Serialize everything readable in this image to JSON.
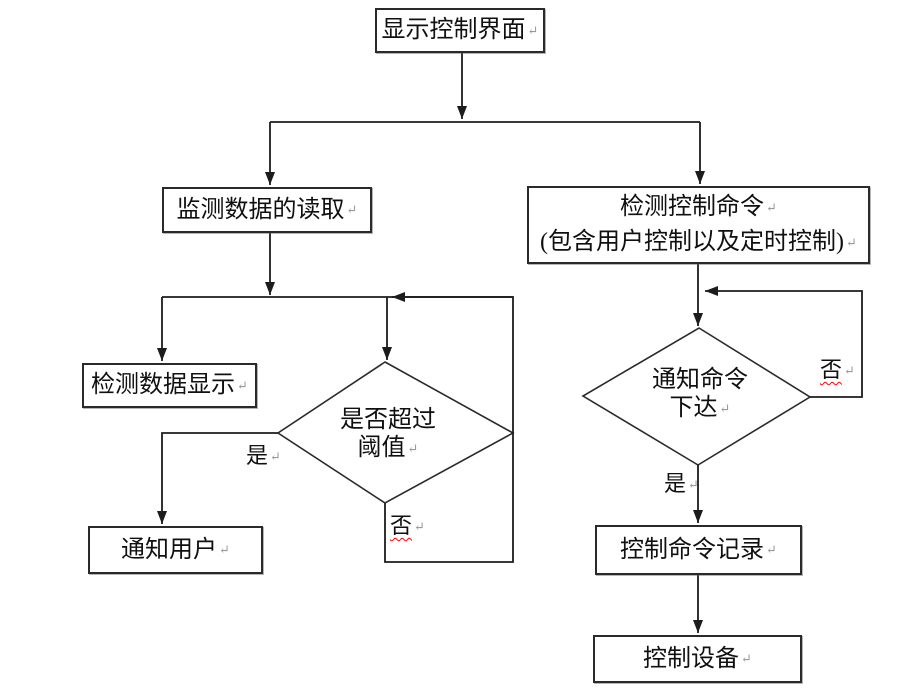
{
  "page": {
    "background": "#ffffff",
    "stroke_color": "#1c1c1c",
    "box_border_color": "#2a2a2a",
    "text_color": "#101010",
    "pilcrow_color": "#999999",
    "squiggle_color": "#ff0000"
  },
  "flowchart": {
    "nodes": {
      "display_control_ui": {
        "label": "显示控制界面"
      },
      "monitor_data_read": {
        "label": "监测数据的读取"
      },
      "detect_control_cmd": {
        "line1": "检测控制命令",
        "line2": "(包含用户控制以及定时控制)"
      },
      "detect_data_display": {
        "label": "检测数据显示"
      },
      "threshold_decision": {
        "line1": "是否超过",
        "line2": "阈值"
      },
      "notify_user": {
        "label": "通知用户"
      },
      "notify_cmd_decision": {
        "line1": "通知命令",
        "line2": "下达"
      },
      "control_cmd_record": {
        "label": "控制命令记录"
      },
      "control_device": {
        "label": "控制设备"
      }
    },
    "edge_labels": {
      "threshold_yes": "是",
      "threshold_no": "否",
      "notify_cmd_yes": "是",
      "notify_cmd_no": "否"
    },
    "marks": {
      "line_break": "↵"
    }
  }
}
